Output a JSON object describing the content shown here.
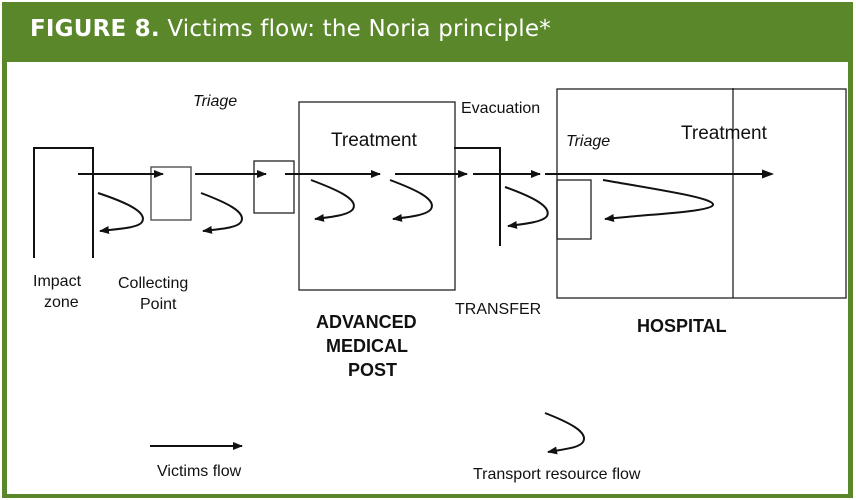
{
  "header": {
    "figure_label": "FIGURE 8.",
    "title": "Victims flow: the Noria principle*",
    "color": "#5b872b"
  },
  "diagram": {
    "labels": {
      "impact_zone_line1": "Impact",
      "impact_zone_line2": "zone",
      "collecting_point_line1": "Collecting",
      "collecting_point_line2": "Point",
      "triage_1": "Triage",
      "amp_treatment": "Treatment",
      "evacuation": "Evacuation",
      "transfer": "TRANSFER",
      "amp_line1": "ADVANCED",
      "amp_line2": "MEDICAL",
      "amp_line3": "POST",
      "hospital_triage": "Triage",
      "hospital_treatment": "Treatment",
      "hospital": "HOSPITAL"
    },
    "legend": {
      "victims_flow": "Victims flow",
      "transport_resource_flow": "Transport resource flow"
    }
  }
}
